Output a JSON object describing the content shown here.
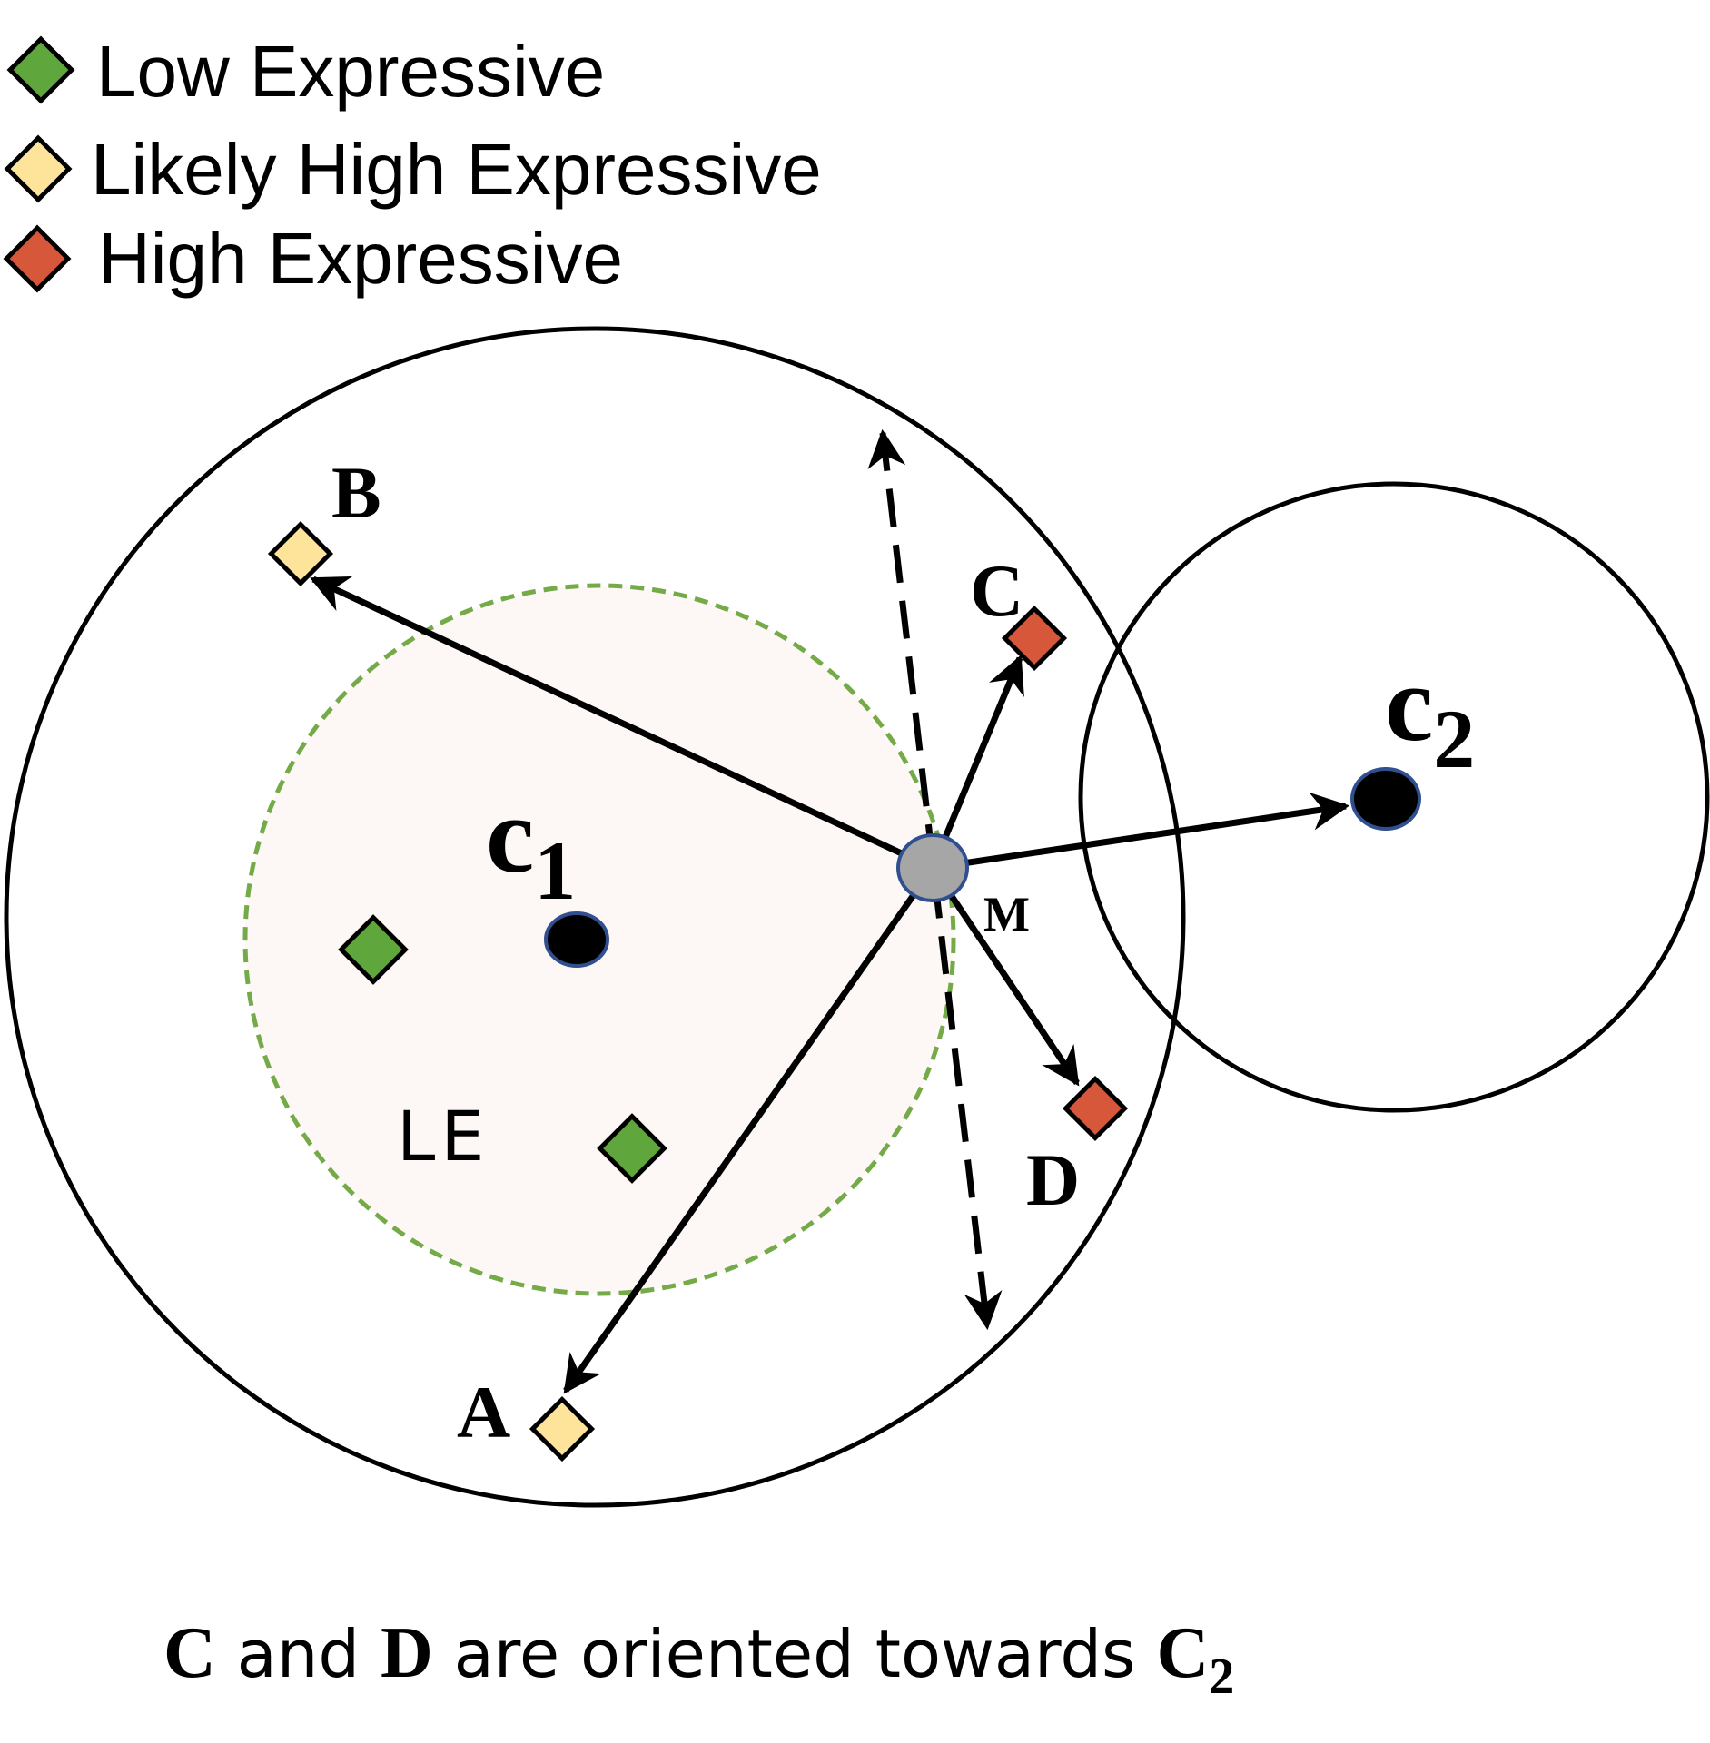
{
  "legend": [
    {
      "label": "Low Expressive",
      "color": "#5fa63c"
    },
    {
      "label": "Likely High Expressive",
      "color": "#fde49a"
    },
    {
      "label": "High Expressive",
      "color": "#d6573a"
    }
  ],
  "centroids": {
    "c1": {
      "letter": "c",
      "sub": "1"
    },
    "c2": {
      "letter": "c",
      "sub": "2"
    }
  },
  "points": {
    "A": "A",
    "B": "B",
    "C": "C",
    "D": "D",
    "M": "M"
  },
  "region_label": "LE",
  "caption": {
    "part1": "C",
    "part2": " and ",
    "part3": "D",
    "part4": " are oriented towards ",
    "part5": "C",
    "part6": "2"
  },
  "colors": {
    "low": "#5fa63c",
    "likely_high": "#fde49a",
    "high": "#d6573a",
    "gray_point": "#a6a6a6",
    "le_fill": "#fdf7f6",
    "le_border": "#74ab48",
    "outline_blue": "#2f4f8f"
  }
}
